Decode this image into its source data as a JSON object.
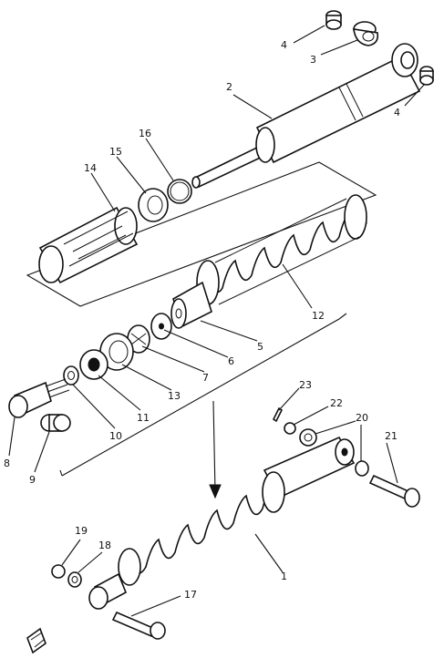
{
  "labels": {
    "p1": "1",
    "p2": "2",
    "p3": "3",
    "p4a": "4",
    "p4b": "4",
    "p5": "5",
    "p6": "6",
    "p7": "7",
    "p8": "8",
    "p9": "9",
    "p10": "10",
    "p11": "11",
    "p12": "12",
    "p13": "13",
    "p14": "14",
    "p15": "15",
    "p16": "16",
    "p17": "17",
    "p18": "18",
    "p19": "19",
    "p20": "20",
    "p21": "21",
    "p22": "22",
    "p23": "23"
  }
}
